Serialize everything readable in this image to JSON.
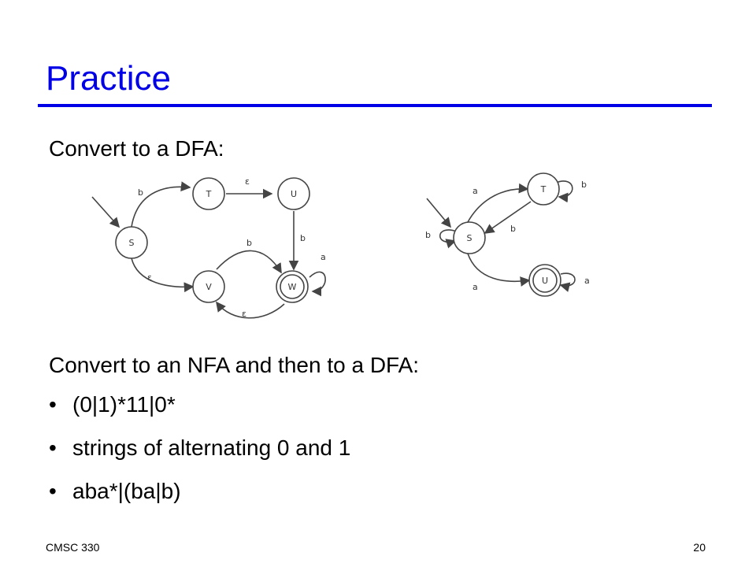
{
  "title": "Practice",
  "section1": "Convert to a DFA:",
  "section2": "Convert to an NFA and then to a DFA:",
  "bullet_symbol": "•",
  "bullets": [
    "(0|1)*11|0*",
    "strings of alternating 0 and 1",
    "aba*|(ba|b)"
  ],
  "diagram1": {
    "states": [
      "S",
      "T",
      "U",
      "V",
      "W"
    ],
    "accepting": [
      "W"
    ],
    "edges": [
      {
        "from": "S",
        "to": "T",
        "label": "b"
      },
      {
        "from": "T",
        "to": "U",
        "label": "ε"
      },
      {
        "from": "U",
        "to": "W",
        "label": "b"
      },
      {
        "from": "S",
        "to": "V",
        "label": "ε"
      },
      {
        "from": "V",
        "to": "W",
        "label": "b"
      },
      {
        "from": "W",
        "to": "V",
        "label": "ε"
      },
      {
        "from": "W",
        "to": "W",
        "label": "a"
      }
    ]
  },
  "diagram2": {
    "states": [
      "S",
      "T",
      "U"
    ],
    "accepting": [
      "U"
    ],
    "edges": [
      {
        "from": "S",
        "to": "T",
        "label": "a"
      },
      {
        "from": "T",
        "to": "S",
        "label": "b"
      },
      {
        "from": "T",
        "to": "T",
        "label": "b"
      },
      {
        "from": "S",
        "to": "S",
        "label": "b"
      },
      {
        "from": "S",
        "to": "U",
        "label": "a"
      },
      {
        "from": "U",
        "to": "U",
        "label": "a"
      }
    ]
  },
  "footer": {
    "course": "CMSC 330",
    "page": "20"
  },
  "colors": {
    "title": "#0000e6",
    "rule": "#0000e6",
    "text": "#000000"
  }
}
